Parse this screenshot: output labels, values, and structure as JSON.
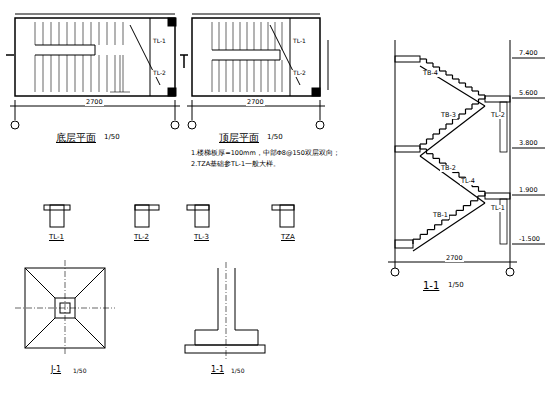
{
  "diagram": {
    "labels": [
      "底层平面",
      "1/50",
      "顶层平面",
      "1/50",
      "1.楼梯板厚=100mm，中部Φ8@150双层双向；",
      "2.TZA基础参TL-1一般大样。",
      "1-1",
      "1/50",
      "TL-1",
      "TL-2",
      "TL-3",
      "TZA",
      "J-1",
      "1/50",
      "1-1",
      "1/50",
      "TB-4",
      "TL-2",
      "TB-3",
      "TB-2",
      "TL-4",
      "TL-1",
      "TB-1",
      "7.400",
      "5.600",
      "3.800",
      "1.900",
      "-1.500",
      "2700",
      "2700",
      "2700",
      "TL-1",
      "TL-2",
      "TL-1",
      "TL-2"
    ]
  }
}
